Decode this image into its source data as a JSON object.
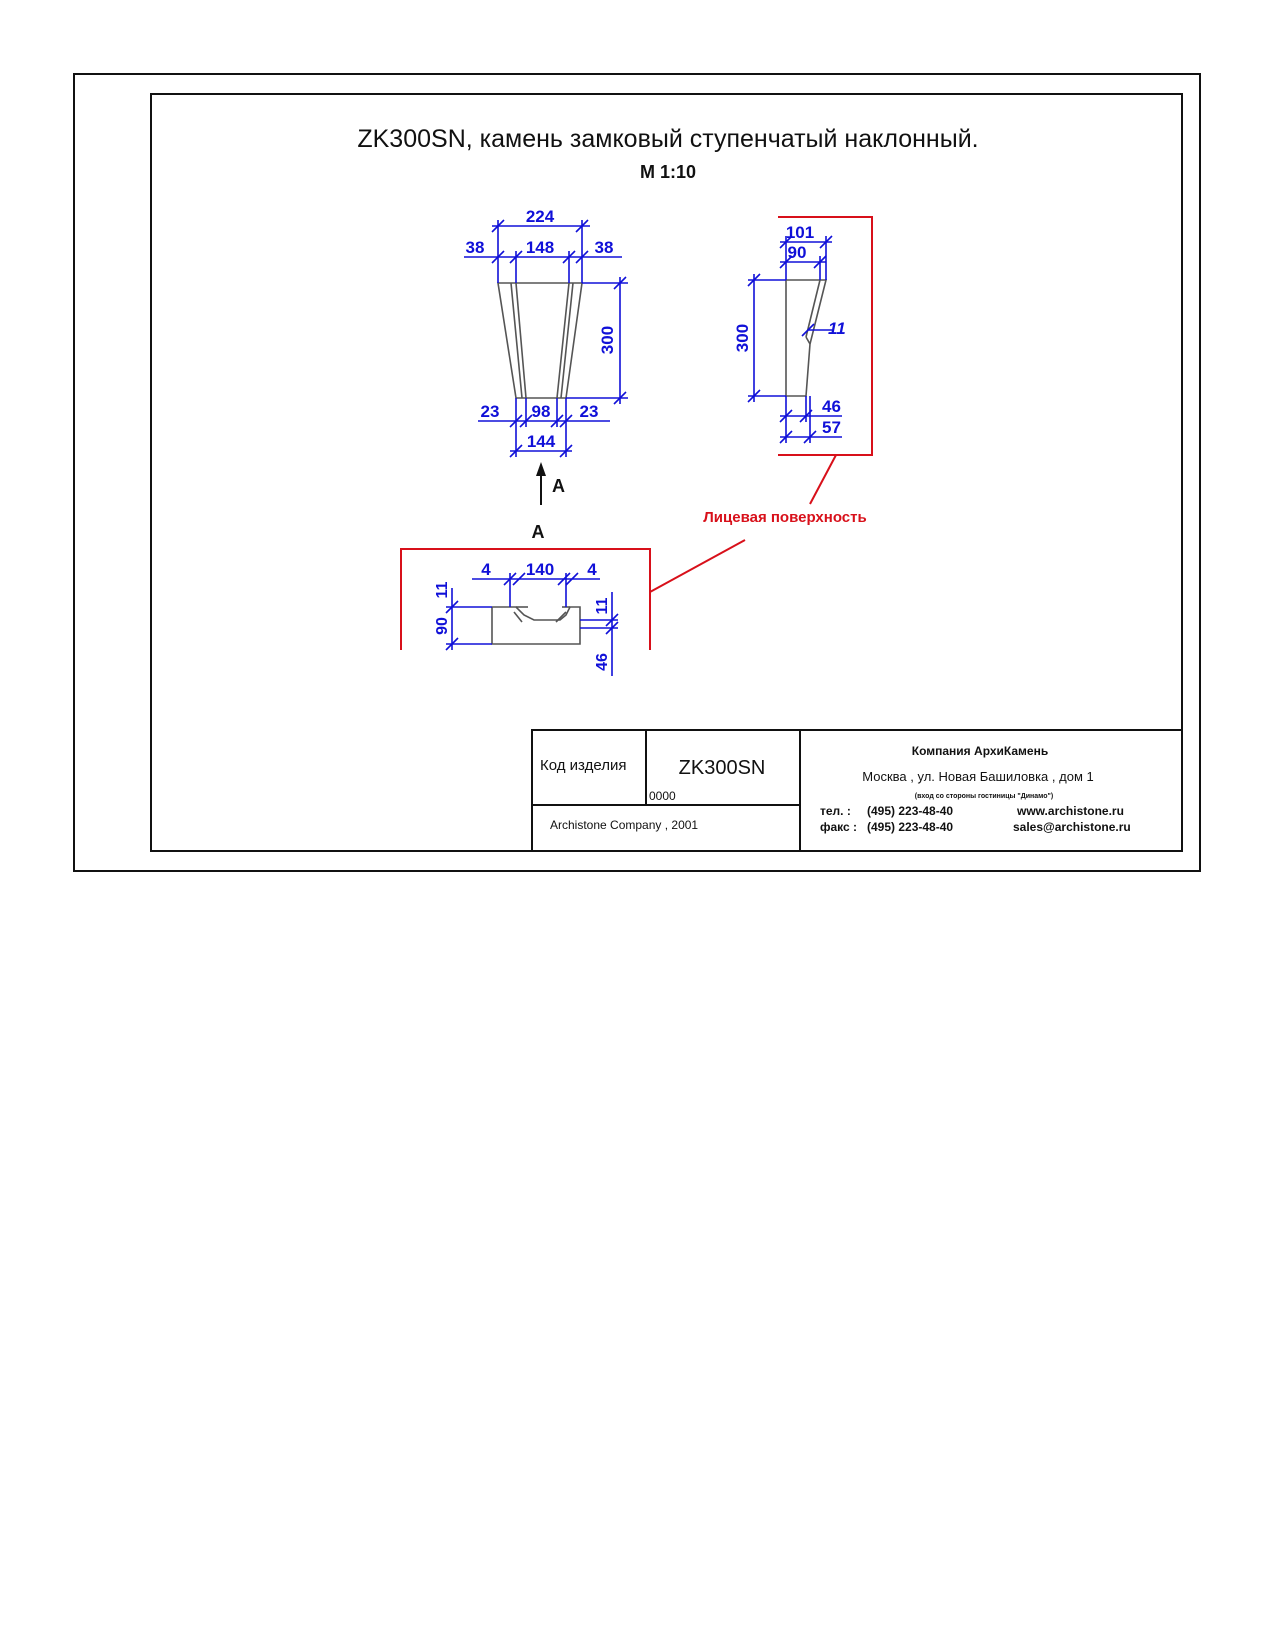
{
  "drawing": {
    "title": "ZK300SN, камень замковый ступенчатый наклонный.",
    "scale": "М 1:10",
    "view_marker": "А",
    "face_label": "Лицевая поверхность",
    "front_view": {
      "top_total": "224",
      "top_left": "38",
      "top_mid": "148",
      "top_right": "38",
      "height": "300",
      "bottom_left": "23",
      "bottom_mid": "98",
      "bottom_right": "23",
      "bottom_total": "144"
    },
    "side_view": {
      "top_total": "101",
      "top_inner": "90",
      "height": "300",
      "step": "11",
      "bottom_inner": "46",
      "bottom_total": "57"
    },
    "view_a": {
      "left": "4",
      "mid": "140",
      "right": "4",
      "left_step": "11",
      "left_height": "90",
      "right_step": "11",
      "right_height": "46"
    }
  },
  "title_block": {
    "code_label": "Код изделия",
    "code_value": "ZK300SN",
    "code_number": "0000",
    "copyright": "Archistone  Company ,  2001",
    "company": "Компания  АрхиКамень",
    "address": "Москва , ул. Новая Башиловка , дом 1",
    "address_note": "(вход со стороны гостиницы \"Динамо\")",
    "tel_label": "тел.   :",
    "tel_value": "(495) 223-48-40",
    "fax_label": "факс :",
    "fax_value": "(495) 223-48-40",
    "website": "www.archistone.ru",
    "email": "sales@archistone.ru"
  }
}
